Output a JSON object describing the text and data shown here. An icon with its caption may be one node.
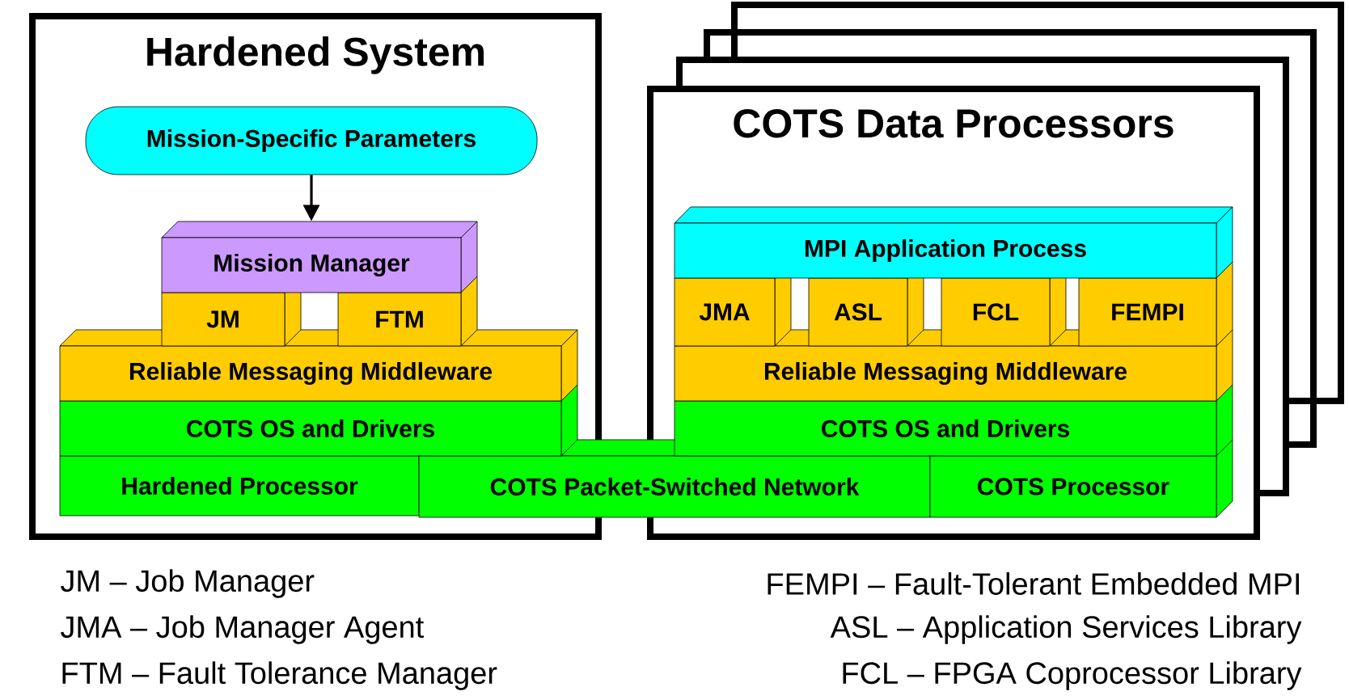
{
  "diagram": {
    "nodes": [
      {
        "text": [
          "Hardened System"
        ]
      },
      {
        "text": [
          "Mission-Specific Parameters"
        ],
        "in": 0
      },
      {
        "text": [
          "Mission Manager"
        ],
        "in": 0
      },
      {
        "text": [
          "JM"
        ],
        "in": 0
      },
      {
        "text": [
          "FTM"
        ],
        "in": 0
      },
      {
        "text": [
          "Reliable Messaging Middleware"
        ],
        "in": 0
      },
      {
        "text": [
          "COTS OS and Drivers"
        ],
        "in": 0
      },
      {
        "text": [
          "Hardened Processor"
        ],
        "in": 0
      },
      {
        "text": [
          "COTS Data Processors"
        ]
      },
      {
        "text": [
          "MPI Application Process"
        ],
        "in": 8
      },
      {
        "text": [
          "JMA"
        ],
        "in": 8
      },
      {
        "text": [
          "ASL"
        ],
        "in": 8
      },
      {
        "text": [
          "FCL"
        ],
        "in": 8
      },
      {
        "text": [
          "FEMPI"
        ],
        "in": 8
      },
      {
        "text": [
          "Reliable Messaging Middleware"
        ],
        "in": 8
      },
      {
        "text": [
          "COTS OS and Drivers"
        ],
        "in": 8
      },
      {
        "text": [
          "COTS Packet-Switched Network"
        ]
      },
      {
        "text": [
          "COTS Processor"
        ],
        "in": 8
      }
    ],
    "edges": [
      {
        "from": 1,
        "to": 2,
        "arrow": "to"
      }
    ],
    "labels": [
      "JM – Job Manager",
      "FEMPI – Fault-Tolerant Embedded MPI",
      "JMA – Job Manager Agent",
      "ASL – Application Services Library",
      "FTM – Fault Tolerance Manager",
      "FCL – FPGA Coprocessor Library"
    ]
  }
}
